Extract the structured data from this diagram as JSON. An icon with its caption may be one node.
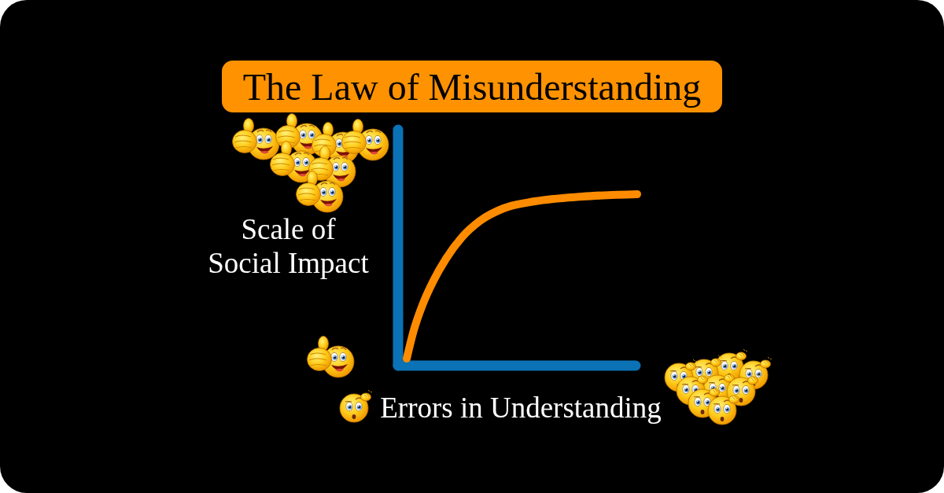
{
  "diagram": {
    "title": "The Law of Misunderstanding",
    "labels": [
      "Scale of Social Impact",
      "Errors in Understanding"
    ]
  }
}
